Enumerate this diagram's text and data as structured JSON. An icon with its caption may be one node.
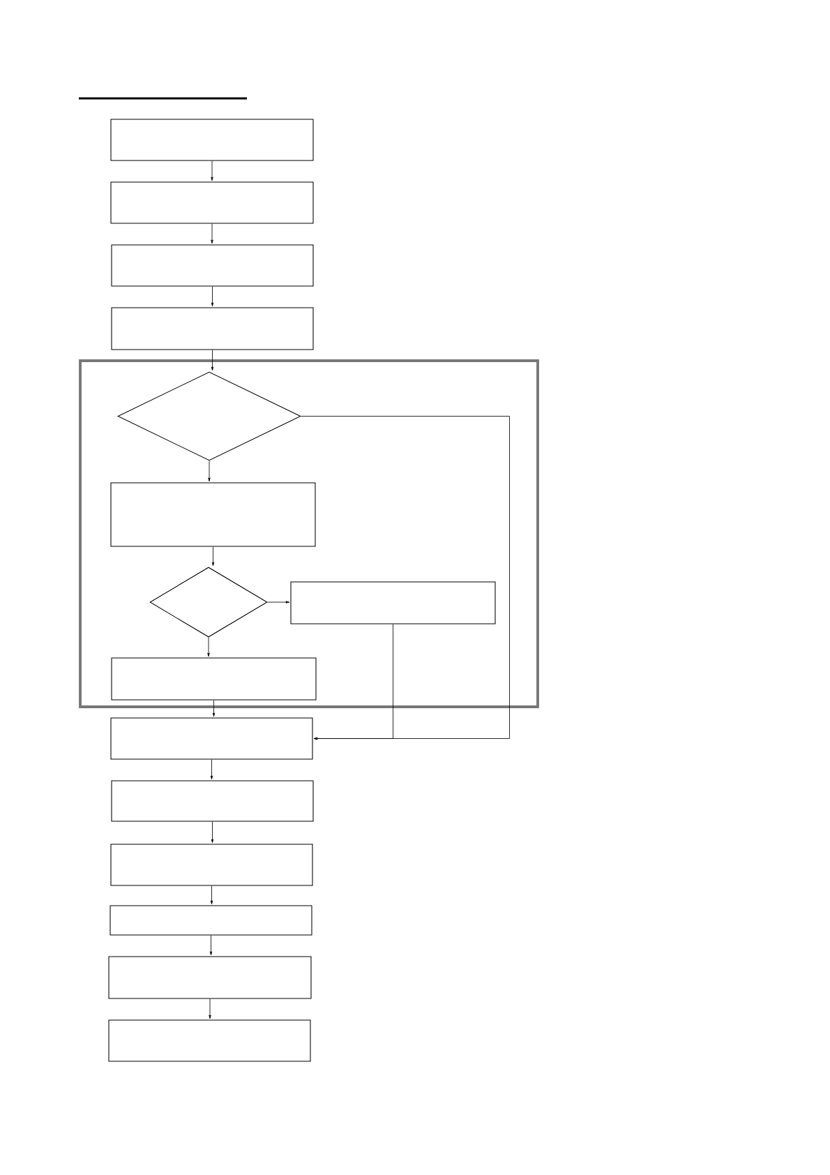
{
  "diagram": {
    "nodes": [
      {
        "text": [],
        "shape": "box"
      },
      {
        "text": [],
        "shape": "box"
      },
      {
        "text": [],
        "shape": "box"
      },
      {
        "text": [],
        "shape": "box"
      },
      {
        "text": [],
        "shape": "box"
      },
      {
        "text": [],
        "shape": "diamond",
        "in": 4
      },
      {
        "text": [],
        "shape": "box",
        "in": 4
      },
      {
        "text": [],
        "shape": "diamond",
        "in": 4
      },
      {
        "text": [],
        "shape": "box",
        "in": 4
      },
      {
        "text": [],
        "shape": "box",
        "in": 4
      },
      {
        "text": [],
        "shape": "box"
      },
      {
        "text": [],
        "shape": "box"
      },
      {
        "text": [],
        "shape": "box"
      },
      {
        "text": [],
        "shape": "box"
      },
      {
        "text": [],
        "shape": "box"
      },
      {
        "text": [],
        "shape": "box"
      }
    ],
    "edges": [
      {
        "from": 0,
        "to": 1,
        "arrow": "to"
      },
      {
        "from": 1,
        "to": 2,
        "arrow": "to"
      },
      {
        "from": 2,
        "to": 3,
        "arrow": "to"
      },
      {
        "from": 3,
        "to": 5,
        "arrow": "to"
      },
      {
        "from": 5,
        "to": 6,
        "arrow": "to"
      },
      {
        "from": 6,
        "to": 7,
        "arrow": "to"
      },
      {
        "from": 7,
        "to": 8,
        "arrow": "to"
      },
      {
        "from": 7,
        "to": 9,
        "arrow": "to"
      },
      {
        "from": 9,
        "to": 10,
        "arrow": "to"
      },
      {
        "from": 8,
        "to": 10,
        "arrow": "to"
      },
      {
        "from": 5,
        "to": 10,
        "arrow": "to"
      },
      {
        "from": 10,
        "to": 11,
        "arrow": "to"
      },
      {
        "from": 11,
        "to": 12,
        "arrow": "to"
      },
      {
        "from": 12,
        "to": 13,
        "arrow": "to"
      },
      {
        "from": 13,
        "to": 14,
        "arrow": "to"
      },
      {
        "from": 14,
        "to": 15,
        "arrow": "to"
      }
    ]
  }
}
